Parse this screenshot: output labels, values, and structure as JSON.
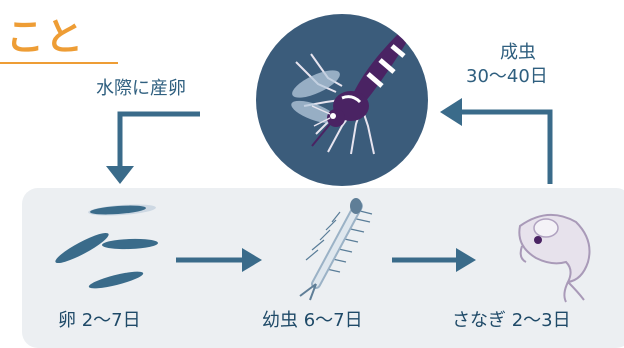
{
  "title_fragment": "こと",
  "labels": {
    "lay_eggs": "水際に産卵",
    "adult": "成虫",
    "adult_days": "30〜40日"
  },
  "stages": [
    {
      "name": "egg",
      "label": "卵 2〜7日"
    },
    {
      "name": "larva",
      "label": "幼虫 6〜7日"
    },
    {
      "name": "pupa",
      "label": "さなぎ 2〜3日"
    }
  ],
  "colors": {
    "accent": "#ee9d35",
    "arrow": "#3a6b8a",
    "circle_bg": "#3b5c7b",
    "panel_bg": "#eceff2",
    "text": "#1f4a68"
  },
  "icons": [
    "mosquito-icon",
    "egg-icon",
    "larva-icon",
    "pupa-icon"
  ]
}
